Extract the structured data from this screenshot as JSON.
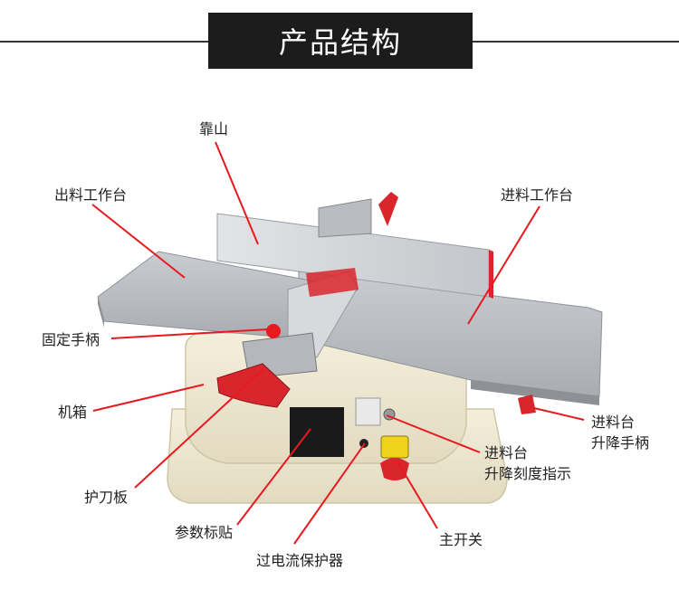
{
  "header": {
    "title": "产品结构"
  },
  "labels": {
    "fence": "靠山",
    "outfeed_table": "出料工作台",
    "infeed_table": "进料工作台",
    "fixing_handle": "固定手柄",
    "housing": "机箱",
    "blade_guard": "护刀板",
    "infeed_lift_handle_1": "进料台",
    "infeed_lift_handle_2": "升降手柄",
    "lift_scale_1": "进料台",
    "lift_scale_2": "升降刻度指示",
    "spec_label": "参数标贴",
    "main_switch": "主开关",
    "overload_protector": "过电流保护器"
  },
  "colors": {
    "leader": "#e8191f",
    "accent_red": "#d9262c",
    "banner": "#1c1c1c"
  }
}
